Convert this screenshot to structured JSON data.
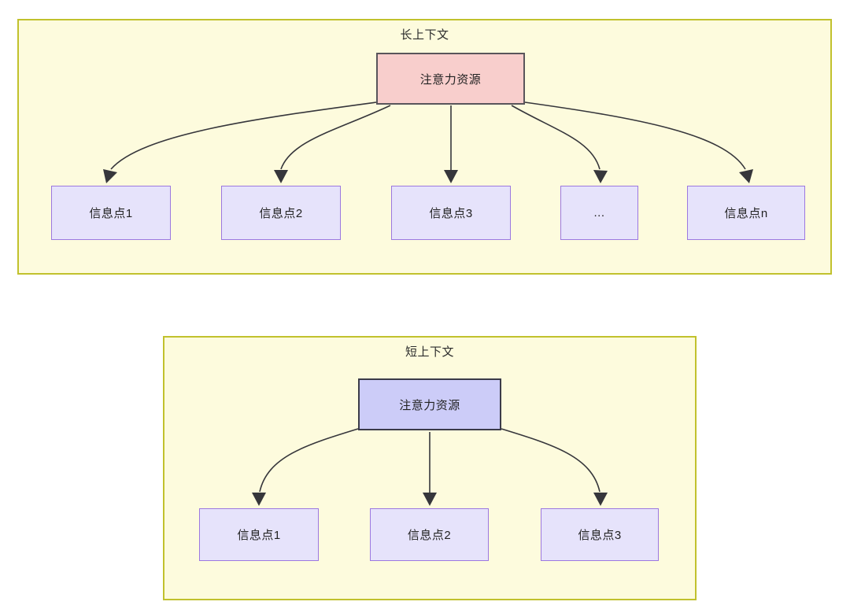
{
  "diagram": {
    "title_semantic": "attention-resource-allocation-long-vs-short-context",
    "panels": [
      {
        "id": "long-context",
        "title": "长上下文",
        "root": {
          "label": "注意力资源",
          "fill": "#f8cecc",
          "border": "#59555b"
        },
        "children": [
          {
            "label": "信息点1"
          },
          {
            "label": "信息点2"
          },
          {
            "label": "信息点3"
          },
          {
            "label": "..."
          },
          {
            "label": "信息点n"
          }
        ]
      },
      {
        "id": "short-context",
        "title": "短上下文",
        "root": {
          "label": "注意力资源",
          "fill": "#ccccf8",
          "border": "#3b3b49"
        },
        "children": [
          {
            "label": "信息点1"
          },
          {
            "label": "信息点2"
          },
          {
            "label": "信息点3"
          }
        ]
      }
    ],
    "colors": {
      "panel_fill": "#fdfbdd",
      "panel_border": "#c1c12d",
      "info_fill": "#e6e3fb",
      "info_border": "#9c78e0",
      "edge": "#36363b",
      "text": "#222222"
    }
  }
}
